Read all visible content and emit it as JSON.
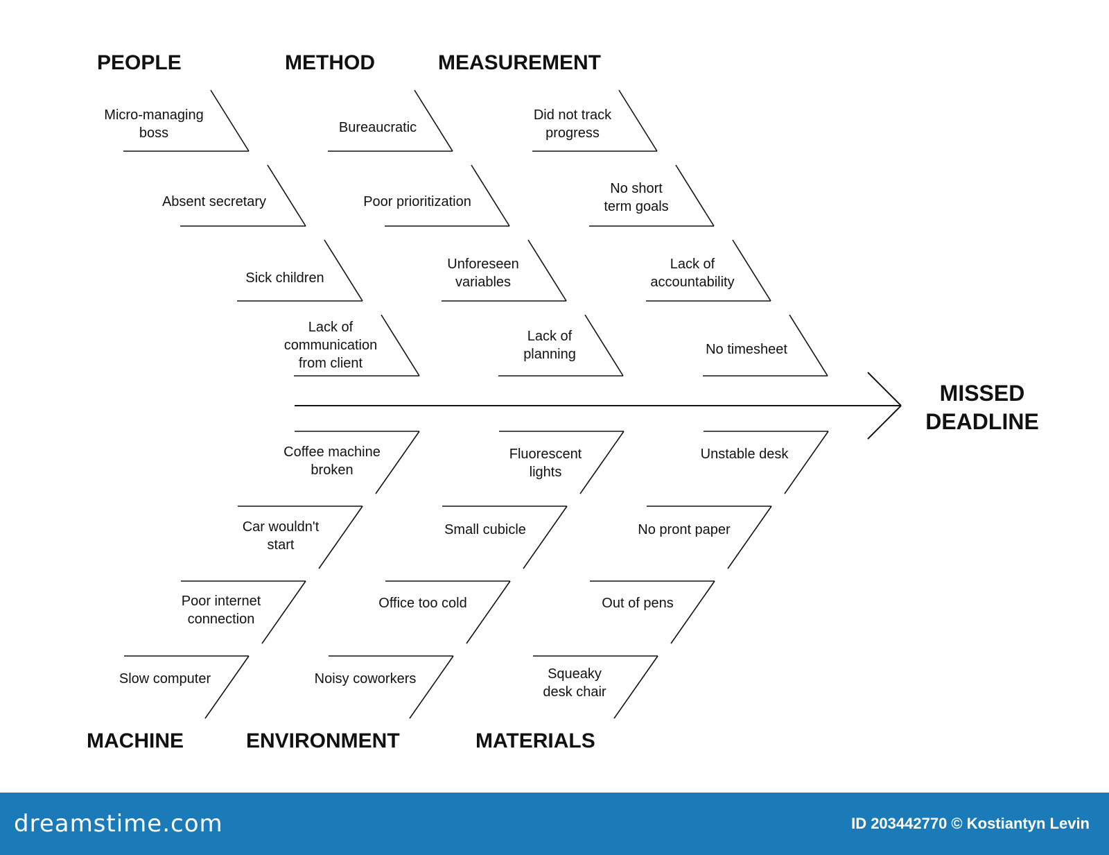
{
  "effect": "MISSED\nDEADLINE",
  "categories": {
    "people": "PEOPLE",
    "method": "METHOD",
    "measurement": "MEASUREMENT",
    "machine": "MACHINE",
    "environment": "ENVIRONMENT",
    "materials": "MATERIALS"
  },
  "causes": {
    "people": [
      "Micro-managing\nboss",
      "Absent secretary",
      "Sick children",
      "Lack of\ncommunication\nfrom client"
    ],
    "method": [
      "Bureaucratic",
      "Poor prioritization",
      "Unforeseen\nvariables",
      "Lack of\nplanning"
    ],
    "measurement": [
      "Did not track\nprogress",
      "No short\nterm goals",
      "Lack of\naccountability",
      "No timesheet"
    ],
    "machine": [
      "Coffee machine\nbroken",
      "Car wouldn't\nstart",
      "Poor internet\nconnection",
      "Slow computer"
    ],
    "environment": [
      "Fluorescent\nlights",
      "Small cubicle",
      "Office too cold",
      "Noisy coworkers"
    ],
    "materials": [
      "Unstable desk",
      "No pront paper",
      "Out of pens",
      "Squeaky\ndesk chair"
    ]
  },
  "footer": {
    "brand": "dreamstime.com",
    "credit": "ID 203442770 © Kostiantyn Levin"
  },
  "colors": {
    "line": "#111111",
    "footer": "#1b7ab8"
  }
}
